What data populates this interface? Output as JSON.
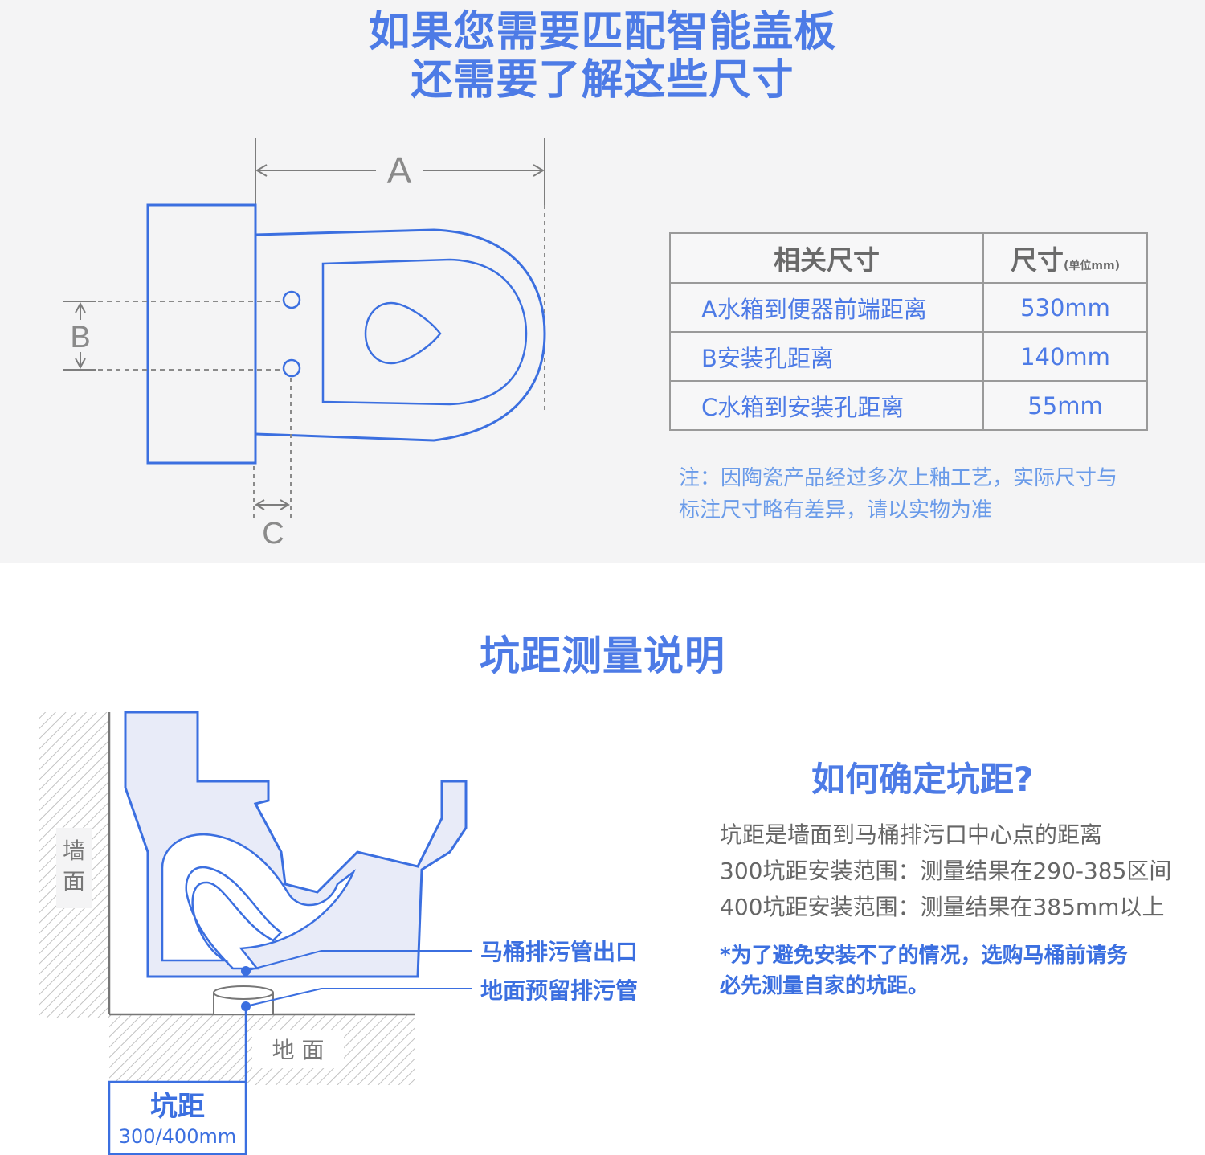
{
  "header": {
    "line1": "如果您需要匹配智能盖板",
    "line2": "还需要了解这些尺寸"
  },
  "diagram_top": {
    "label_a": "A",
    "label_b": "B",
    "label_c": "C"
  },
  "dimensions_table": {
    "headers": [
      "相关尺寸",
      "尺寸",
      "(单位mm)"
    ],
    "rows": [
      {
        "label": "A水箱到便器前端距离",
        "value": "530mm"
      },
      {
        "label": "B安装孔距离",
        "value": "140mm"
      },
      {
        "label": "C水箱到安装孔距离",
        "value": "55mm"
      }
    ]
  },
  "note": {
    "line1": "注：因陶瓷产品经过多次上釉工艺，实际尺寸与",
    "line2": "标注尺寸略有差异，请以实物为准"
  },
  "section2": {
    "title": "坑距测量说明"
  },
  "diagram_side": {
    "wall": [
      "墙",
      "面"
    ],
    "floor": "地 面",
    "outlet_label": "马桶排污管出口",
    "pipe_label": "地面预留排污管",
    "distance_title": "坑距",
    "distance_value": "300/400mm"
  },
  "explanation": {
    "title": "如何确定坑距?",
    "lines": [
      "坑距是墙面到马桶排污口中心点的距离",
      "300坑距安装范围：测量结果在290-385区间",
      "400坑距安装范围：测量结果在385mm以上"
    ],
    "note_line1": "*为了避免安装不了的情况，选购马桶前请务",
    "note_line2": "必先测量自家的坑距。"
  },
  "colors": {
    "accent": "#4d7be6",
    "outline": "#3b6fe0",
    "fill": "#e8ebf8",
    "panel": "#f4f4f5"
  }
}
